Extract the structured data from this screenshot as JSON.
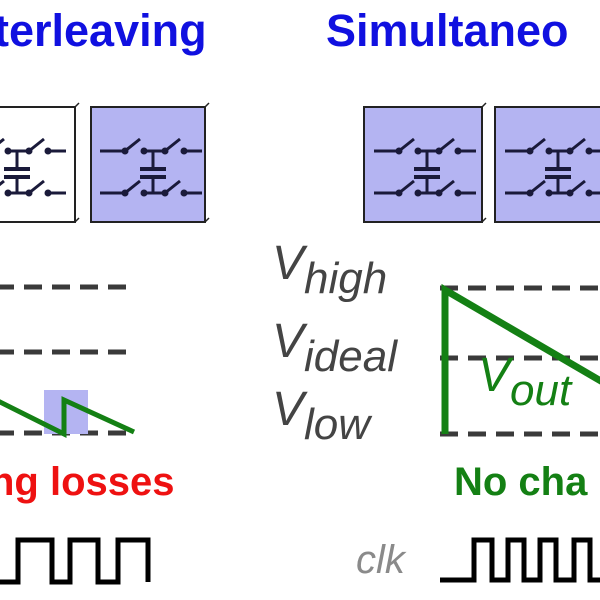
{
  "left": {
    "title": "terleaving",
    "caption": "ng losses"
  },
  "right": {
    "title": "Simultaneo",
    "caption": "No cha"
  },
  "voltage_labels": {
    "high": {
      "main": "V",
      "sub": "high"
    },
    "ideal": {
      "main": "V",
      "sub": "ideal"
    },
    "low": {
      "main": "V",
      "sub": "low"
    }
  },
  "output_label": {
    "main": "V",
    "sub": "out"
  },
  "clock_label": "clk",
  "colors": {
    "title": "#1010e0",
    "loss_caption": "#ee1111",
    "no_change_caption": "#148014",
    "waveform": "#148014",
    "cell_active_fill": "#b4b4f2",
    "cell_inactive_fill": "#ffffff",
    "dashed_level": "#3a3a3a",
    "label_gray": "#444444",
    "clock": "#000000"
  },
  "icons": {
    "switched_capacitor_cell": "switched-capacitor-cell-icon",
    "clock_waveform": "square-wave-icon"
  }
}
